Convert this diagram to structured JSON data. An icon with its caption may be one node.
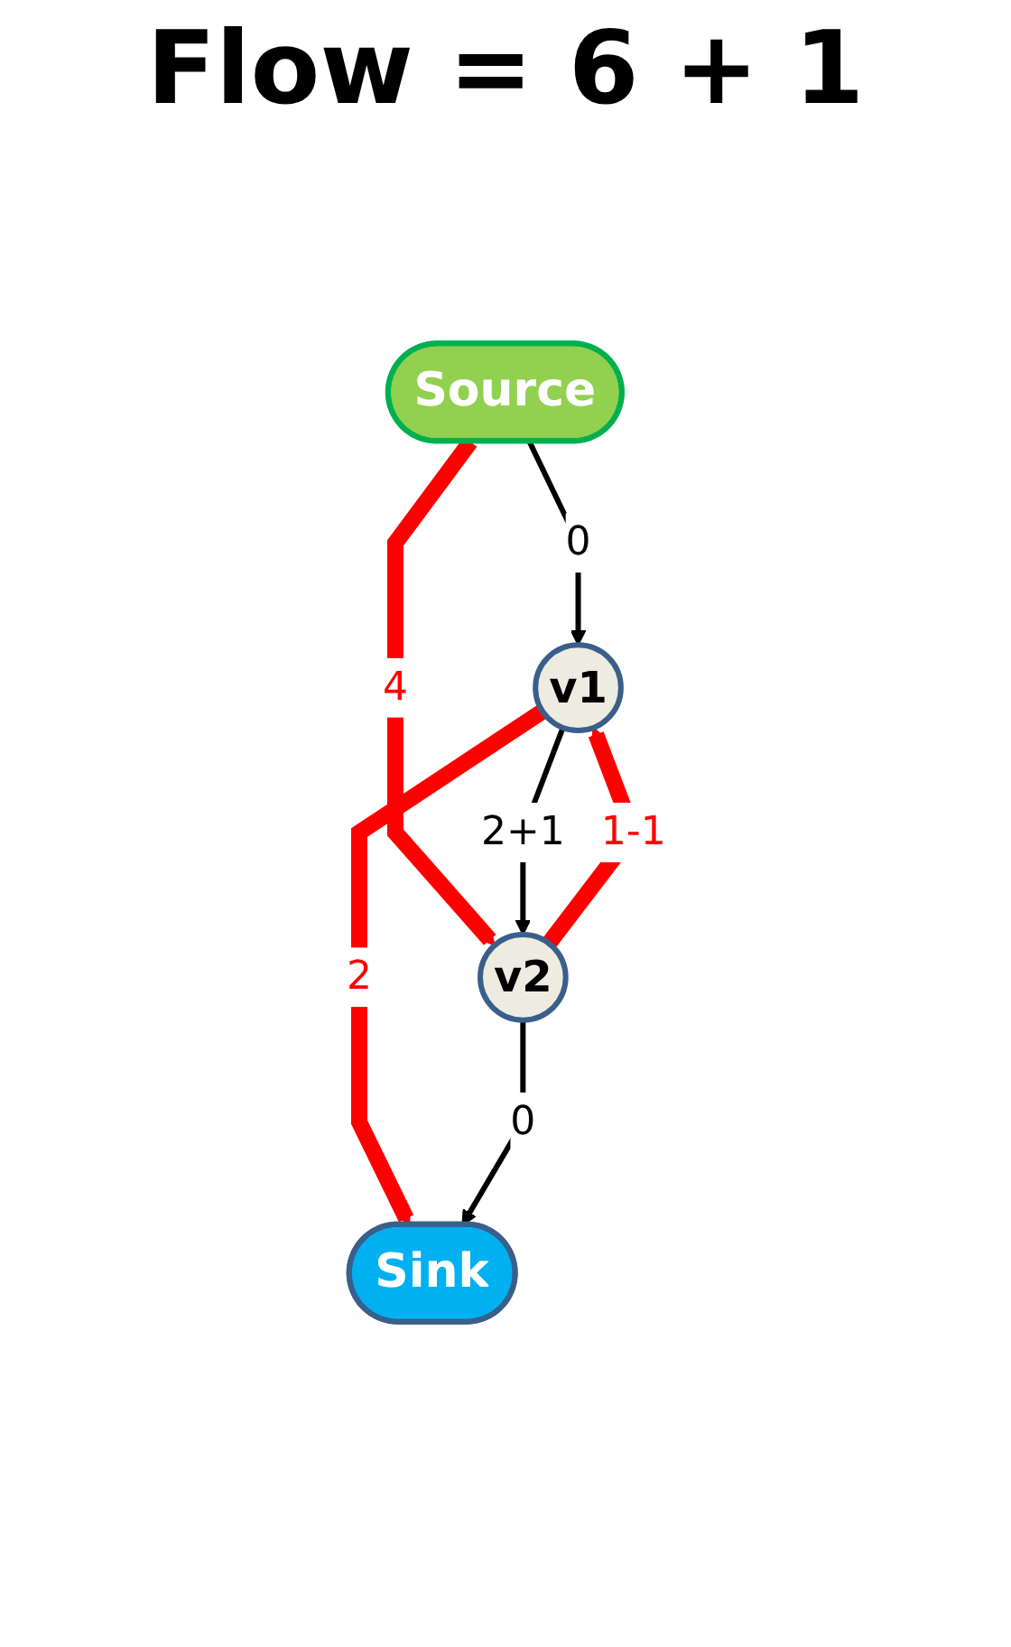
{
  "diagram": {
    "title": "Flow = 6 + 1",
    "nodes": [
      {
        "text": [
          "Source"
        ]
      },
      {
        "text": [
          "v1"
        ]
      },
      {
        "text": [
          "v2"
        ]
      },
      {
        "text": [
          "Sink"
        ]
      }
    ],
    "edges": [
      {
        "from": 0,
        "to": 1,
        "arrow": "to",
        "label": "0"
      },
      {
        "from": 0,
        "to": 2,
        "arrow": "to",
        "label": "4",
        "style": "thick",
        "color": "#ff0000"
      },
      {
        "from": 2,
        "to": 1,
        "arrow": "to",
        "label": "1-1",
        "style": "thick",
        "color": "#ff0000"
      },
      {
        "from": 1,
        "to": 2,
        "arrow": "to",
        "label": "2+1"
      },
      {
        "from": 1,
        "to": 3,
        "arrow": "to",
        "label": "2",
        "style": "thick",
        "color": "#ff0000"
      },
      {
        "from": 2,
        "to": 3,
        "arrow": "to",
        "label": "0"
      }
    ]
  }
}
